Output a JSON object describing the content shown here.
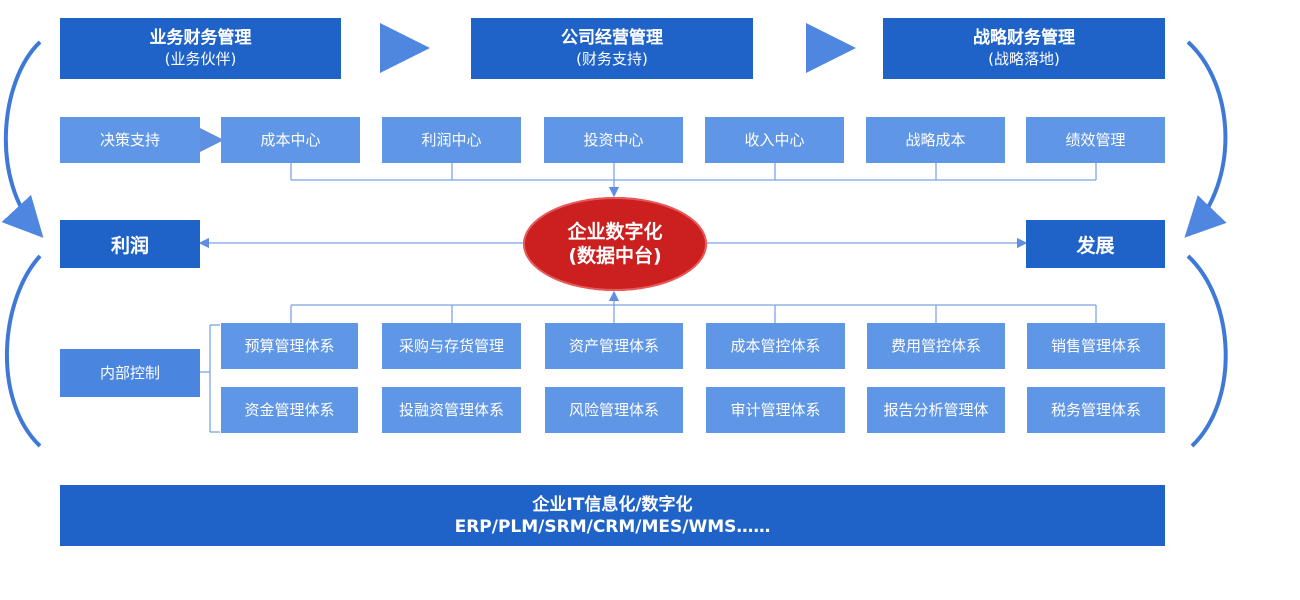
{
  "colors": {
    "dark_blue": "#1f63c9",
    "light_blue": "#5f96e6",
    "core_red": "#cc1f1f",
    "line": "#7aa3e6"
  },
  "top_row": [
    {
      "title": "业务财务管理",
      "sub": "(业务伙伴)"
    },
    {
      "title": "公司经营管理",
      "sub": "(财务支持)"
    },
    {
      "title": "战略财务管理",
      "sub": "(战略落地)"
    }
  ],
  "decision": "决策支持",
  "centers": [
    "成本中心",
    "利润中心",
    "投资中心",
    "收入中心",
    "战略成本",
    "绩效管理"
  ],
  "left_label": "利润",
  "right_label": "发展",
  "core": {
    "line1": "企业数字化",
    "line2": "(数据中台)"
  },
  "internal_control": "内部控制",
  "systems_row1": [
    "预算管理体系",
    "采购与存货管理",
    "资产管理体系",
    "成本管控体系",
    "费用管控体系",
    "销售管理体系"
  ],
  "systems_row2": [
    "资金管理体系",
    "投融资管理体系",
    "风险管理体系",
    "审计管理体系",
    "报告分析管理体",
    "税务管理体系"
  ],
  "bottom": {
    "line1": "企业IT信息化/数字化",
    "line2": "ERP/PLM/SRM/CRM/MES/WMS……"
  }
}
